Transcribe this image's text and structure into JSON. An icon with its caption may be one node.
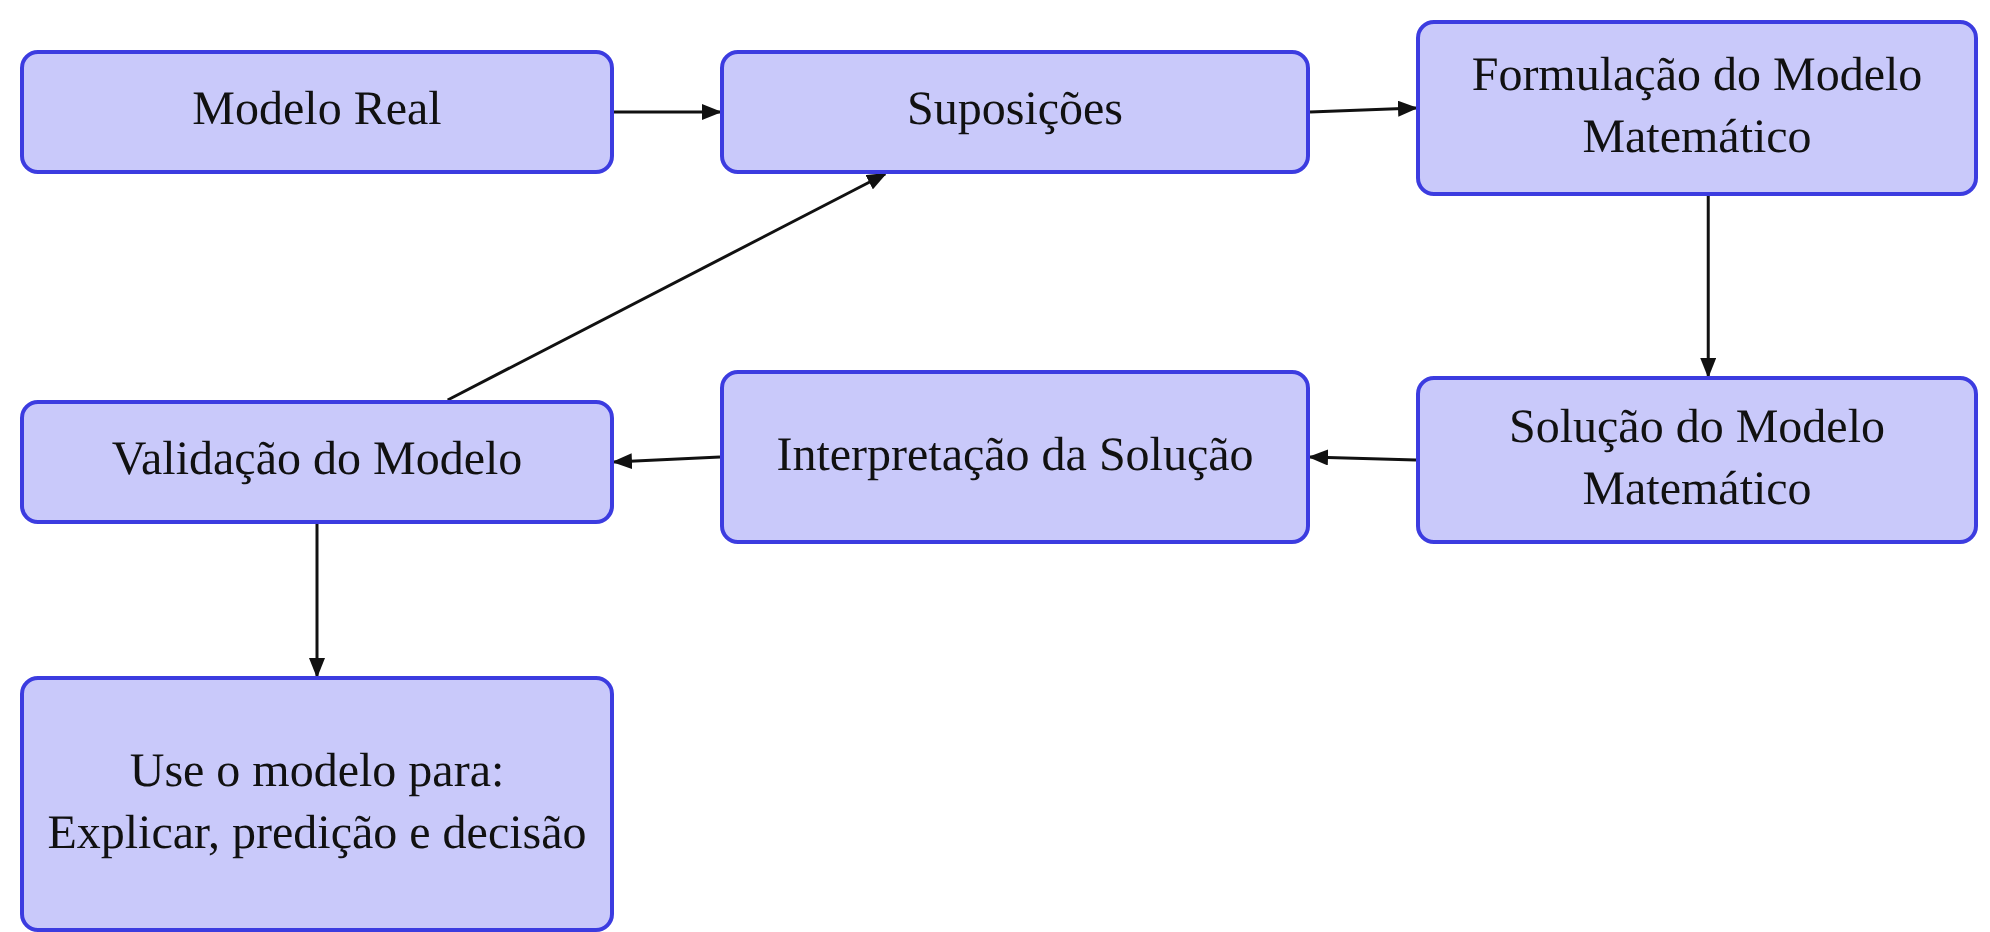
{
  "diagram": {
    "nodes": [
      {
        "text": [
          "Modelo Real"
        ]
      },
      {
        "text": [
          "Suposições"
        ]
      },
      {
        "text": [
          "Formulação do Modelo Matemático"
        ]
      },
      {
        "text": [
          "Solução do Modelo Matemático"
        ]
      },
      {
        "text": [
          "Interpretação da Solução"
        ]
      },
      {
        "text": [
          "Validação do Modelo"
        ]
      },
      {
        "text": [
          "Use o modelo para: Explicar, predição e decisão"
        ]
      }
    ],
    "edges": [
      {
        "from": 0,
        "to": 1,
        "arrow": "to"
      },
      {
        "from": 1,
        "to": 2,
        "arrow": "to"
      },
      {
        "from": 2,
        "to": 3,
        "arrow": "to"
      },
      {
        "from": 3,
        "to": 4,
        "arrow": "to"
      },
      {
        "from": 4,
        "to": 5,
        "arrow": "to"
      },
      {
        "from": 5,
        "to": 1,
        "arrow": "to"
      },
      {
        "from": 5,
        "to": 6,
        "arrow": "to"
      }
    ]
  }
}
